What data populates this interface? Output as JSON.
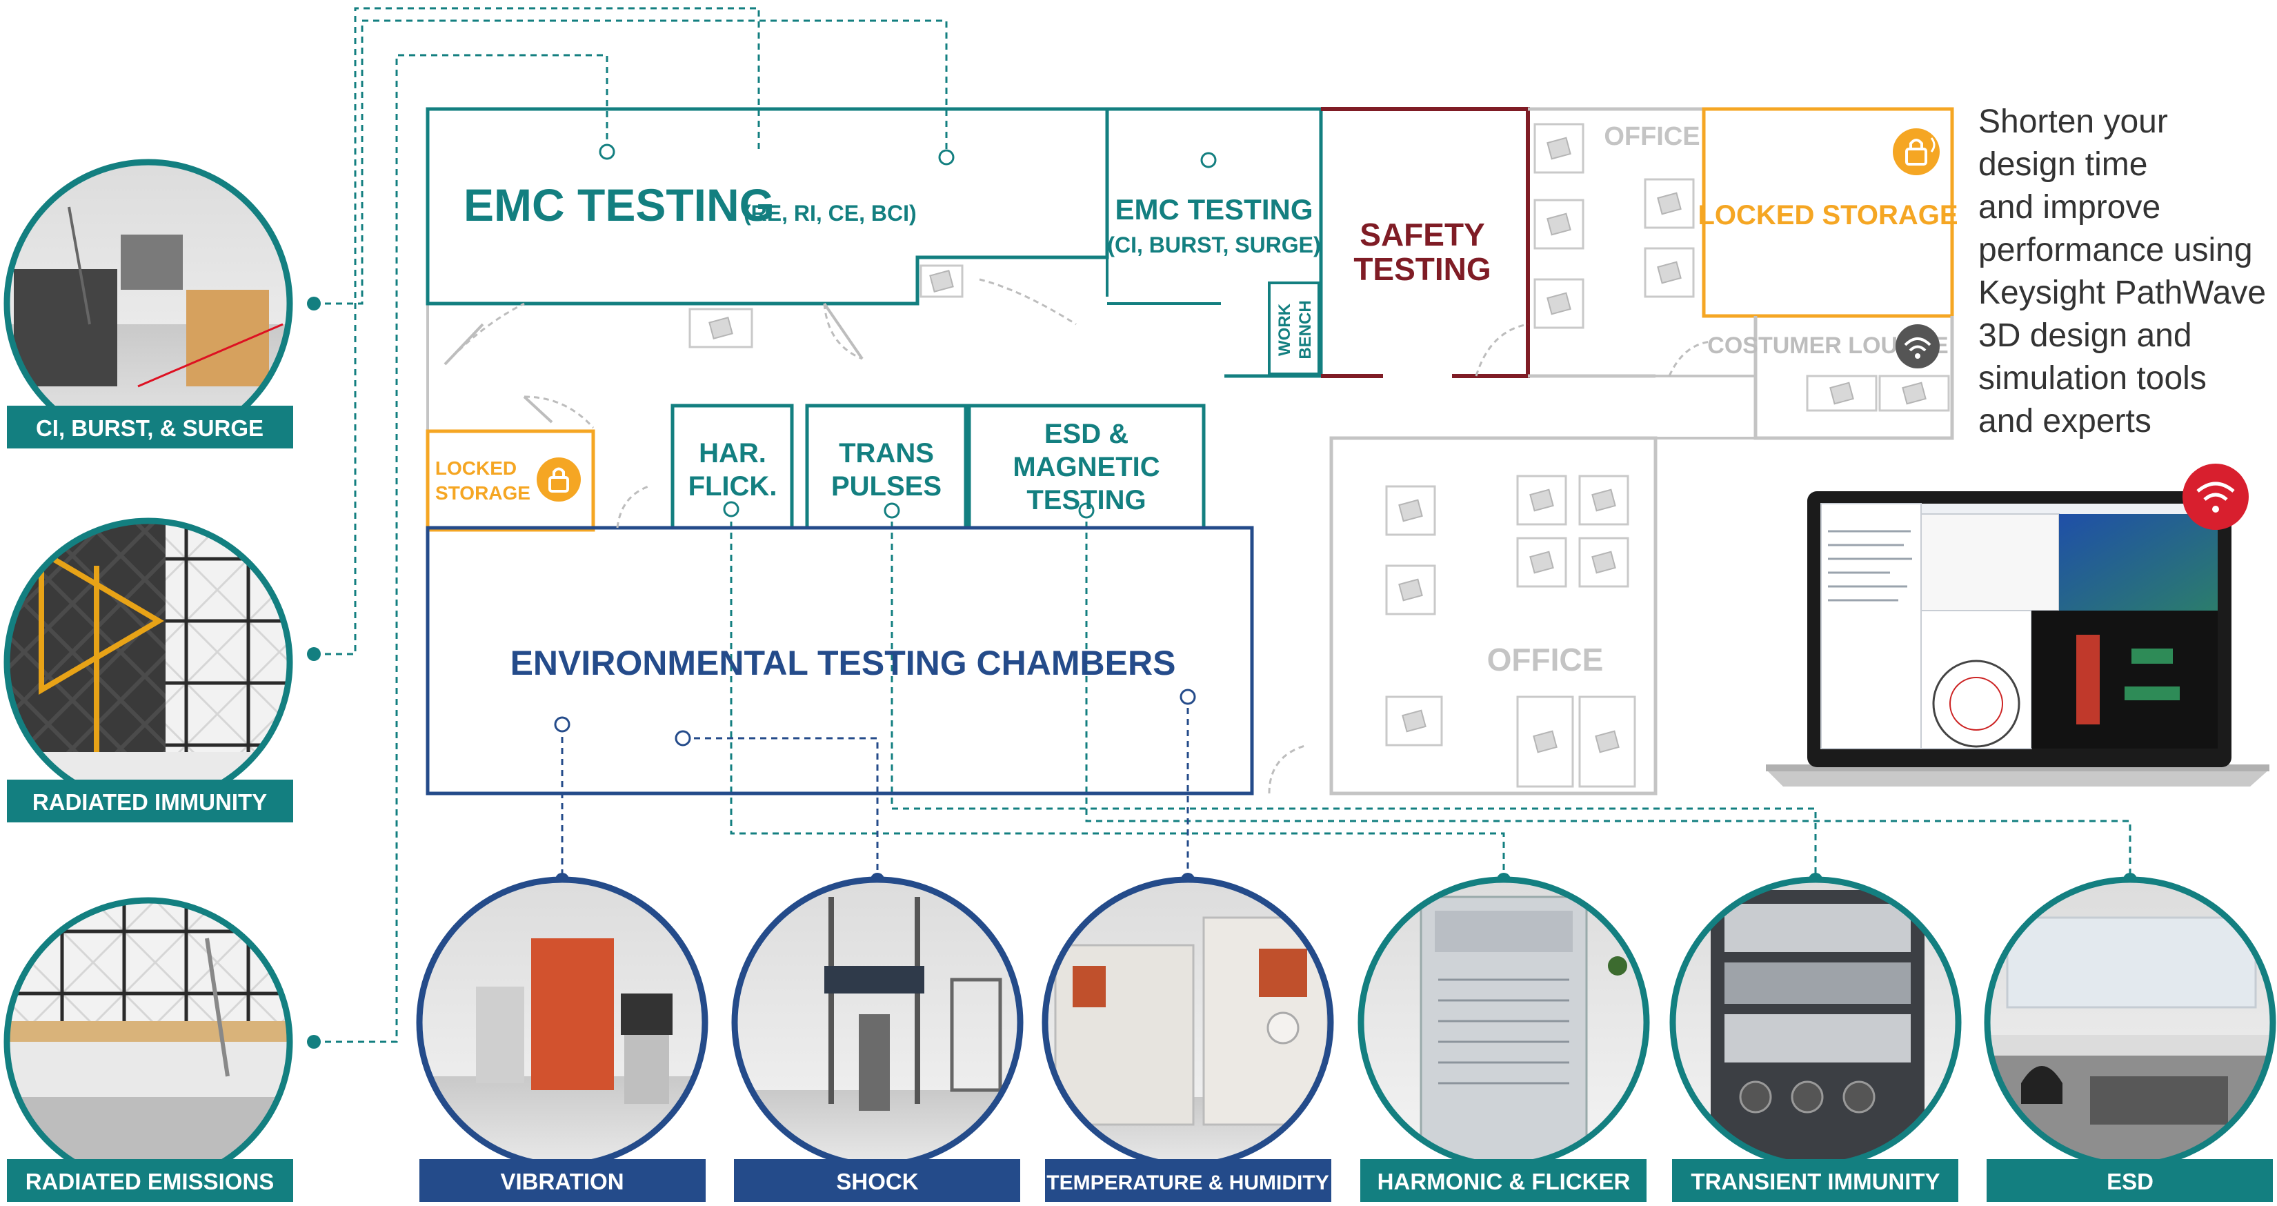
{
  "colors": {
    "teal": "#137f80",
    "navy": "#244b8a",
    "maroon": "#7f1c25",
    "orange": "#f5a623",
    "gray": "#b9b9b9",
    "red": "#d81f2e"
  },
  "rooms": {
    "emc_testing_main": {
      "title": "EMC TESTING",
      "subtitle": "(RE, RI, CE, BCI)"
    },
    "emc_testing_ci": {
      "title": "EMC TESTING",
      "subtitle": "(CI, BURST, SURGE)"
    },
    "work_bench": {
      "line1": "WORK",
      "line2": "BENCH"
    },
    "safety_testing": {
      "line1": "SAFETY",
      "line2": "TESTING"
    },
    "office_top": {
      "title": "OFFICE"
    },
    "locked_storage_top": {
      "title": "LOCKED STORAGE",
      "icon": "lock-icon"
    },
    "customer_lounge": {
      "title": "COSTUMER LOUNGE",
      "icon": "wifi-icon"
    },
    "locked_storage_left": {
      "line1": "LOCKED",
      "line2": "STORAGE",
      "icon": "lock-icon"
    },
    "har_flick": {
      "line1": "HAR.",
      "line2": "FLICK."
    },
    "trans_pulses": {
      "line1": "TRANS",
      "line2": "PULSES"
    },
    "esd_magnetic": {
      "line1": "ESD &",
      "line2": "MAGNETIC",
      "line3": "TESTING"
    },
    "environmental": {
      "title": "ENVIRONMENTAL TESTING CHAMBERS"
    },
    "office_bottom": {
      "title": "OFFICE"
    }
  },
  "note": {
    "lines": [
      "Shorten your",
      "design time",
      "and improve",
      "performance using",
      "Keysight PathWave",
      "3D design and",
      "simulation tools",
      "and experts"
    ]
  },
  "photos": {
    "left": [
      {
        "label": "CI, BURST, & SURGE"
      },
      {
        "label": "RADIATED IMMUNITY"
      },
      {
        "label": "RADIATED EMISSIONS"
      }
    ],
    "bottom": [
      {
        "label": "VIBRATION"
      },
      {
        "label": "SHOCK"
      },
      {
        "label": "TEMPERATURE & HUMIDITY"
      },
      {
        "label": "HARMONIC & FLICKER"
      },
      {
        "label": "TRANSIENT IMMUNITY"
      },
      {
        "label": "ESD"
      }
    ]
  }
}
